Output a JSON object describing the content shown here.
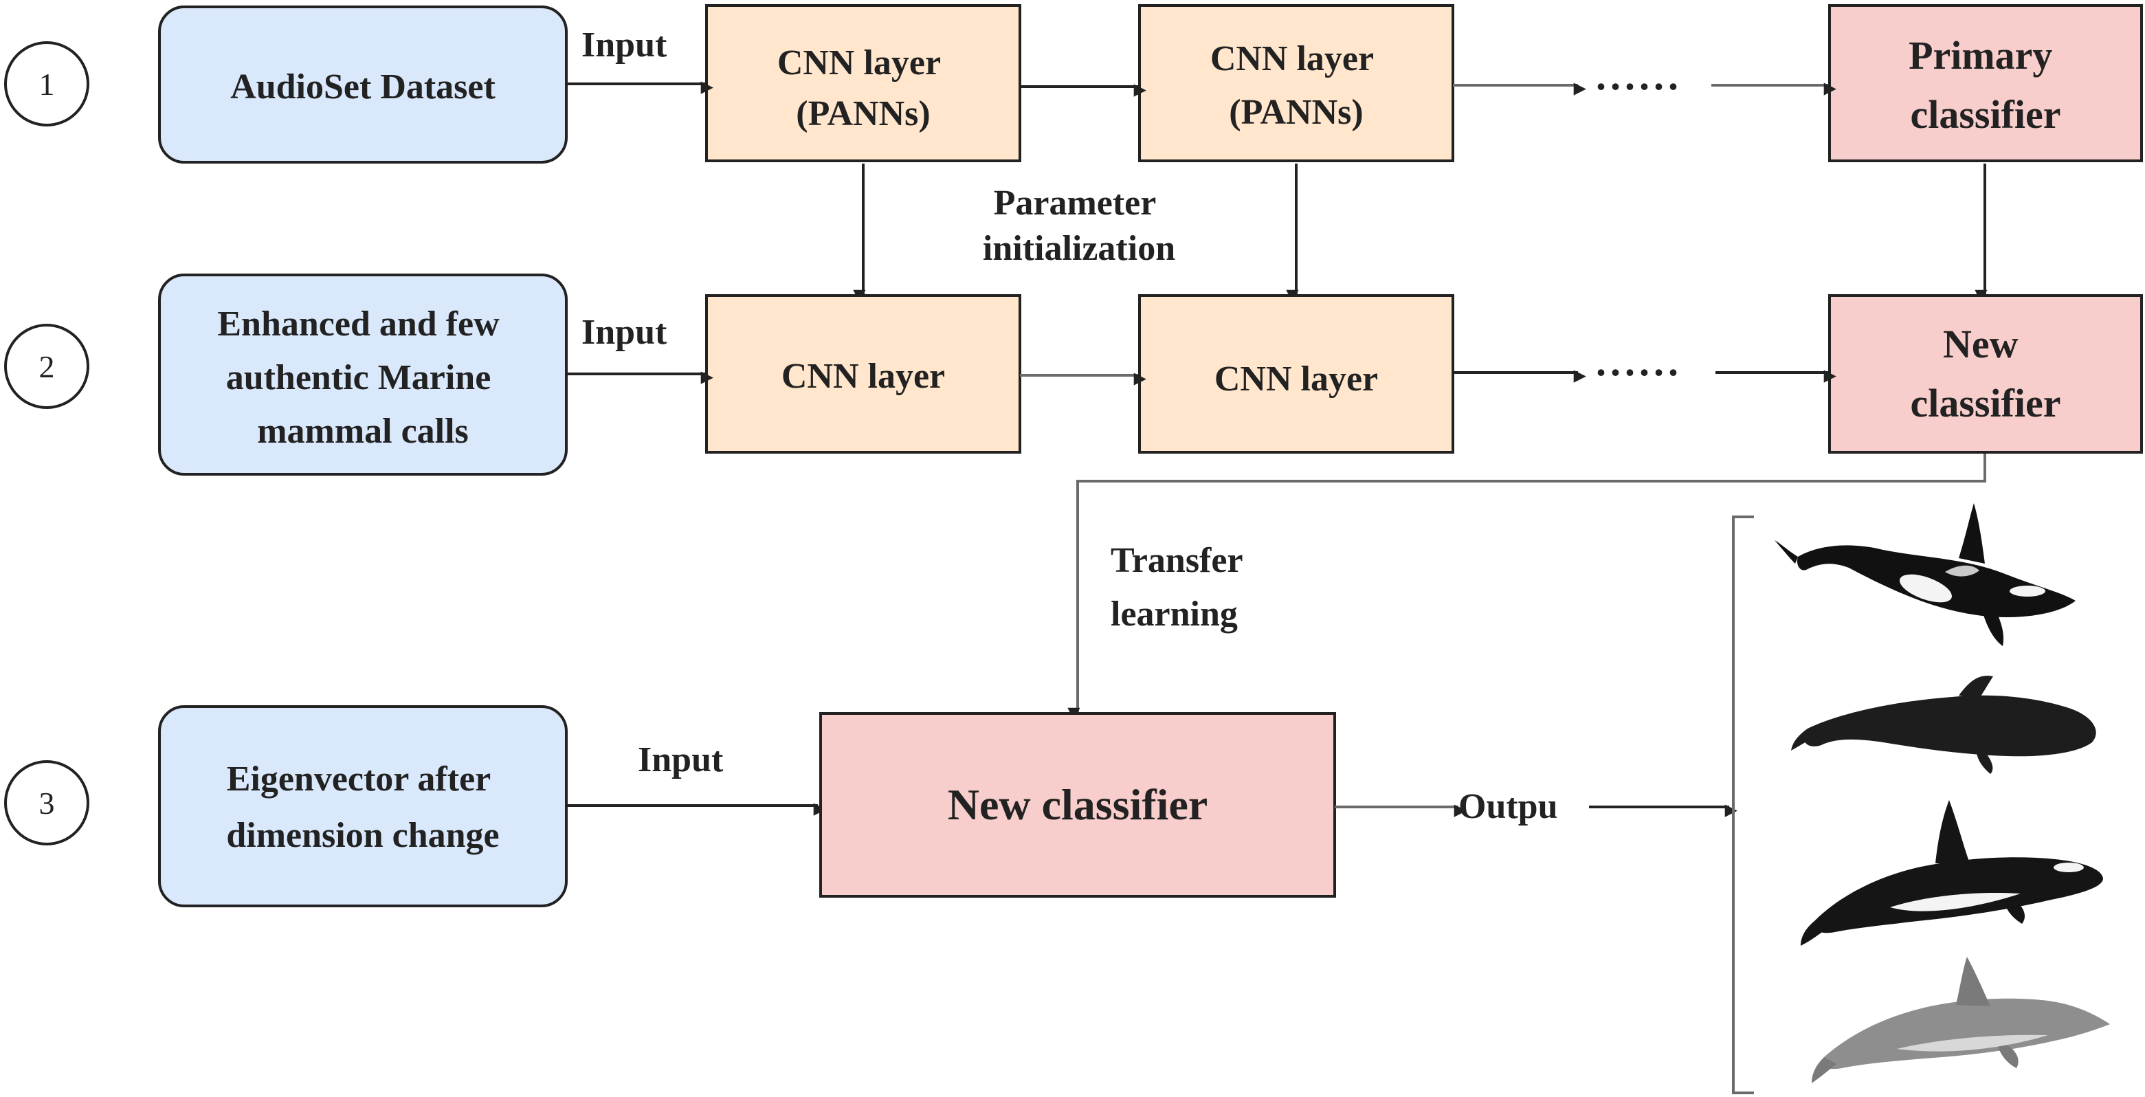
{
  "rows": [
    {
      "number": "1"
    },
    {
      "number": "2"
    },
    {
      "number": "3"
    }
  ],
  "row1": {
    "source": [
      "AudioSet Dataset"
    ],
    "input_label": "Input",
    "cnn1": [
      "CNN layer",
      "(PANNs)"
    ],
    "cnn2": [
      "CNN layer",
      "(PANNs)"
    ],
    "ellipsis": "......",
    "classifier": [
      "Primary",
      "classifier"
    ]
  },
  "param_init_label": [
    "Parameter",
    "initialization"
  ],
  "row2": {
    "source": [
      "Enhanced and few",
      "authentic Marine",
      "mammal calls"
    ],
    "input_label": "Input",
    "cnn1": [
      "CNN layer"
    ],
    "cnn2": [
      "CNN layer"
    ],
    "ellipsis": "......",
    "classifier": [
      "New",
      "classifier"
    ]
  },
  "transfer_label": [
    "Transfer",
    "learning"
  ],
  "row3": {
    "source": [
      "Eigenvector after",
      "dimension change"
    ],
    "input_label": "Input",
    "classifier": [
      "New classifier"
    ],
    "output_label": "Outpu"
  },
  "outputs": [
    "orca-icon",
    "pilot-whale-icon",
    "killer-whale-icon",
    "dolphin-icon"
  ],
  "colors": {
    "source_fill": "#dae8fc",
    "cnn_fill": "#ffe6cc",
    "classifier_fill": "#f8cecc",
    "stroke": "#222222",
    "arrow_gray": "#6b6b6b"
  }
}
